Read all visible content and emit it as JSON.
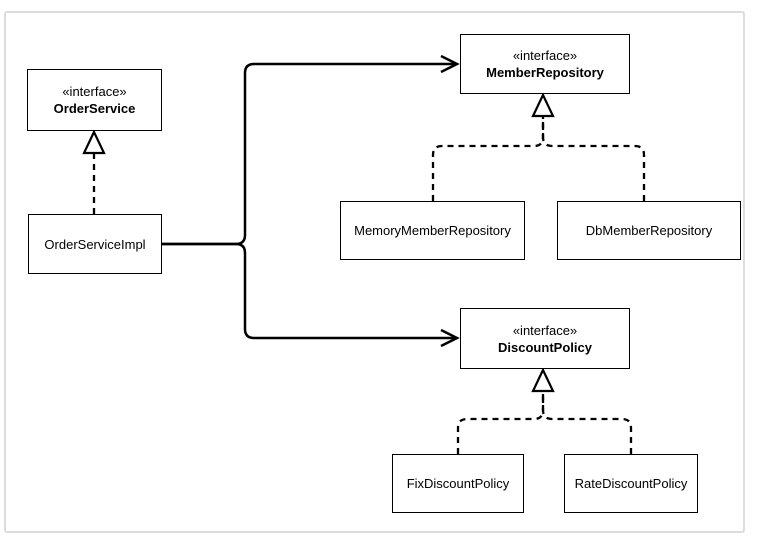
{
  "diagram": {
    "type": "uml-class-diagram",
    "nodes": {
      "order_service": {
        "stereotype": "«interface»",
        "name": "OrderService"
      },
      "order_service_impl": {
        "name": "OrderServiceImpl"
      },
      "member_repository": {
        "stereotype": "«interface»",
        "name": "MemberRepository"
      },
      "memory_member_repository": {
        "name": "MemoryMemberRepository"
      },
      "db_member_repository": {
        "name": "DbMemberRepository"
      },
      "discount_policy": {
        "stereotype": "«interface»",
        "name": "DiscountPolicy"
      },
      "fix_discount_policy": {
        "name": "FixDiscountPolicy"
      },
      "rate_discount_policy": {
        "name": "RateDiscountPolicy"
      }
    },
    "relationships": [
      {
        "from": "OrderServiceImpl",
        "to": "OrderService",
        "type": "realization",
        "line": "dashed",
        "arrow": "hollow-triangle"
      },
      {
        "from": "OrderServiceImpl",
        "to": "MemberRepository",
        "type": "dependency",
        "line": "solid",
        "arrow": "open"
      },
      {
        "from": "OrderServiceImpl",
        "to": "DiscountPolicy",
        "type": "dependency",
        "line": "solid",
        "arrow": "open"
      },
      {
        "from": "MemoryMemberRepository",
        "to": "MemberRepository",
        "type": "realization",
        "line": "dashed",
        "arrow": "hollow-triangle"
      },
      {
        "from": "DbMemberRepository",
        "to": "MemberRepository",
        "type": "realization",
        "line": "dashed",
        "arrow": "hollow-triangle"
      },
      {
        "from": "FixDiscountPolicy",
        "to": "DiscountPolicy",
        "type": "realization",
        "line": "dashed",
        "arrow": "hollow-triangle"
      },
      {
        "from": "RateDiscountPolicy",
        "to": "DiscountPolicy",
        "type": "realization",
        "line": "dashed",
        "arrow": "hollow-triangle"
      }
    ],
    "colors": {
      "line": "#000000",
      "box_border": "#000000",
      "box_fill": "#ffffff",
      "frame_border": "#dcdcdc",
      "background": "#ffffff"
    }
  }
}
